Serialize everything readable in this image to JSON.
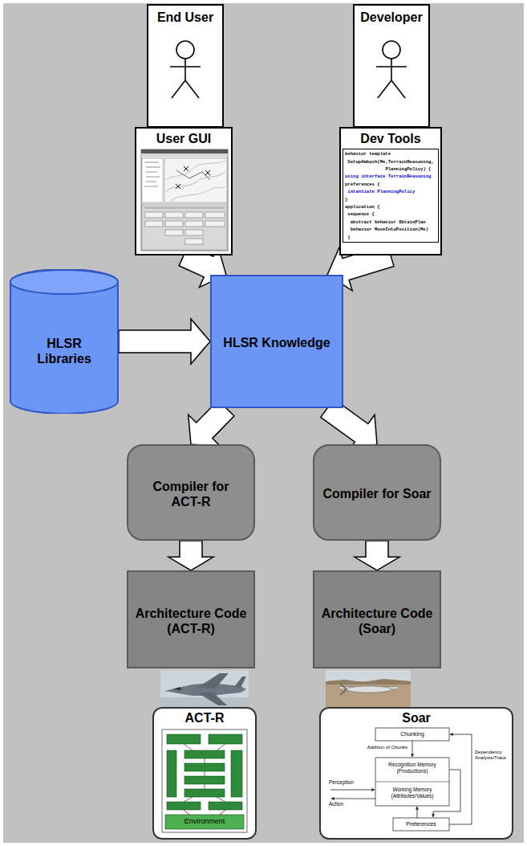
{
  "diagram": {
    "nodes": [
      {
        "text": [
          "End User"
        ]
      },
      {
        "text": [
          "User GUI"
        ]
      },
      {
        "text": [
          "Developer"
        ]
      },
      {
        "text": [
          "Dev Tools",
          "behavior template",
          "SetupAmbush(Me,TerrainReasoning,",
          "PlanningPolicy) {",
          "using interface TerrainReasoning",
          "preferences {",
          "intantiate PlanningPolicy",
          "}",
          "application {",
          "sequence {",
          "abstract behavior ObtainPlan",
          "behavior MoveIntoPosition(Me)",
          "}"
        ]
      },
      {
        "text": [
          "HLSR Libraries"
        ]
      },
      {
        "text": [
          "HLSR Knowledge"
        ]
      },
      {
        "text": [
          "Compiler for ACT-R"
        ]
      },
      {
        "text": [
          "Compiler for Soar"
        ]
      },
      {
        "text": [
          "Architecture Code (ACT-R)"
        ]
      },
      {
        "text": [
          "Architecture Code (Soar)"
        ]
      },
      {
        "text": [
          "ACT-R"
        ]
      },
      {
        "text": [
          "Soar"
        ]
      }
    ],
    "edges": [
      {
        "from": 1,
        "to": 5,
        "arrow": "to"
      },
      {
        "from": 3,
        "to": 5,
        "arrow": "to"
      },
      {
        "from": 4,
        "to": 5,
        "arrow": "to"
      },
      {
        "from": 5,
        "to": 6,
        "arrow": "to"
      },
      {
        "from": 5,
        "to": 7,
        "arrow": "to"
      },
      {
        "from": 6,
        "to": 8,
        "arrow": "to"
      },
      {
        "from": 7,
        "to": 9,
        "arrow": "to"
      }
    ],
    "labels": [
      "Environment",
      "Chunking",
      "Recognition Memory (Productions)",
      "Working Memory (Attributes/Values)",
      "Preferences",
      "Perception",
      "Action",
      "Addition of Chunks",
      "Dependency Analysis/Trace"
    ]
  }
}
